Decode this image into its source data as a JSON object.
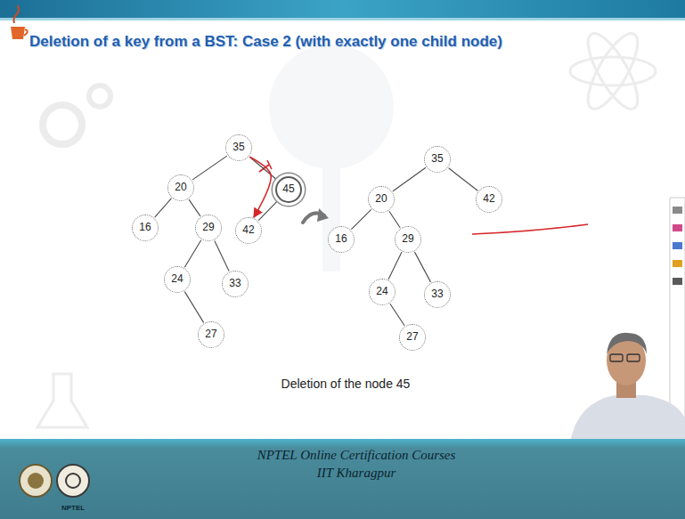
{
  "diagram": {
    "title": "Deletion of a key from a BST: Case 2 (with exactly one child node)",
    "caption": "Deletion of the node 45",
    "nodes": [
      {
        "text": [
          "35"
        ]
      },
      {
        "text": [
          "20"
        ]
      },
      {
        "text": [
          "45"
        ]
      },
      {
        "text": [
          "16"
        ]
      },
      {
        "text": [
          "29"
        ]
      },
      {
        "text": [
          "42"
        ]
      },
      {
        "text": [
          "24"
        ]
      },
      {
        "text": [
          "33"
        ]
      },
      {
        "text": [
          "27"
        ]
      },
      {
        "text": [
          "35"
        ]
      },
      {
        "text": [
          "20"
        ]
      },
      {
        "text": [
          "42"
        ]
      },
      {
        "text": [
          "16"
        ]
      },
      {
        "text": [
          "29"
        ]
      },
      {
        "text": [
          "24"
        ]
      },
      {
        "text": [
          "33"
        ]
      },
      {
        "text": [
          "27"
        ]
      }
    ],
    "edges": [
      {
        "from": 0,
        "to": 1,
        "arrow": "none"
      },
      {
        "from": 0,
        "to": 2,
        "arrow": "none"
      },
      {
        "from": 1,
        "to": 3,
        "arrow": "none"
      },
      {
        "from": 1,
        "to": 4,
        "arrow": "none"
      },
      {
        "from": 2,
        "to": 5,
        "arrow": "none"
      },
      {
        "from": 4,
        "to": 6,
        "arrow": "none"
      },
      {
        "from": 4,
        "to": 7,
        "arrow": "none"
      },
      {
        "from": 6,
        "to": 8,
        "arrow": "none"
      },
      {
        "from": 9,
        "to": 10,
        "arrow": "none"
      },
      {
        "from": 9,
        "to": 11,
        "arrow": "none"
      },
      {
        "from": 10,
        "to": 12,
        "arrow": "none"
      },
      {
        "from": 10,
        "to": 13,
        "arrow": "none"
      },
      {
        "from": 13,
        "to": 14,
        "arrow": "none"
      },
      {
        "from": 13,
        "to": 15,
        "arrow": "none"
      },
      {
        "from": 14,
        "to": 16,
        "arrow": "none"
      },
      {
        "from": 0,
        "to": 5,
        "arrow": "to"
      }
    ],
    "labels": [
      "NPTEL Online Certification Courses",
      "IIT Kharagpur",
      "NPTEL"
    ]
  }
}
